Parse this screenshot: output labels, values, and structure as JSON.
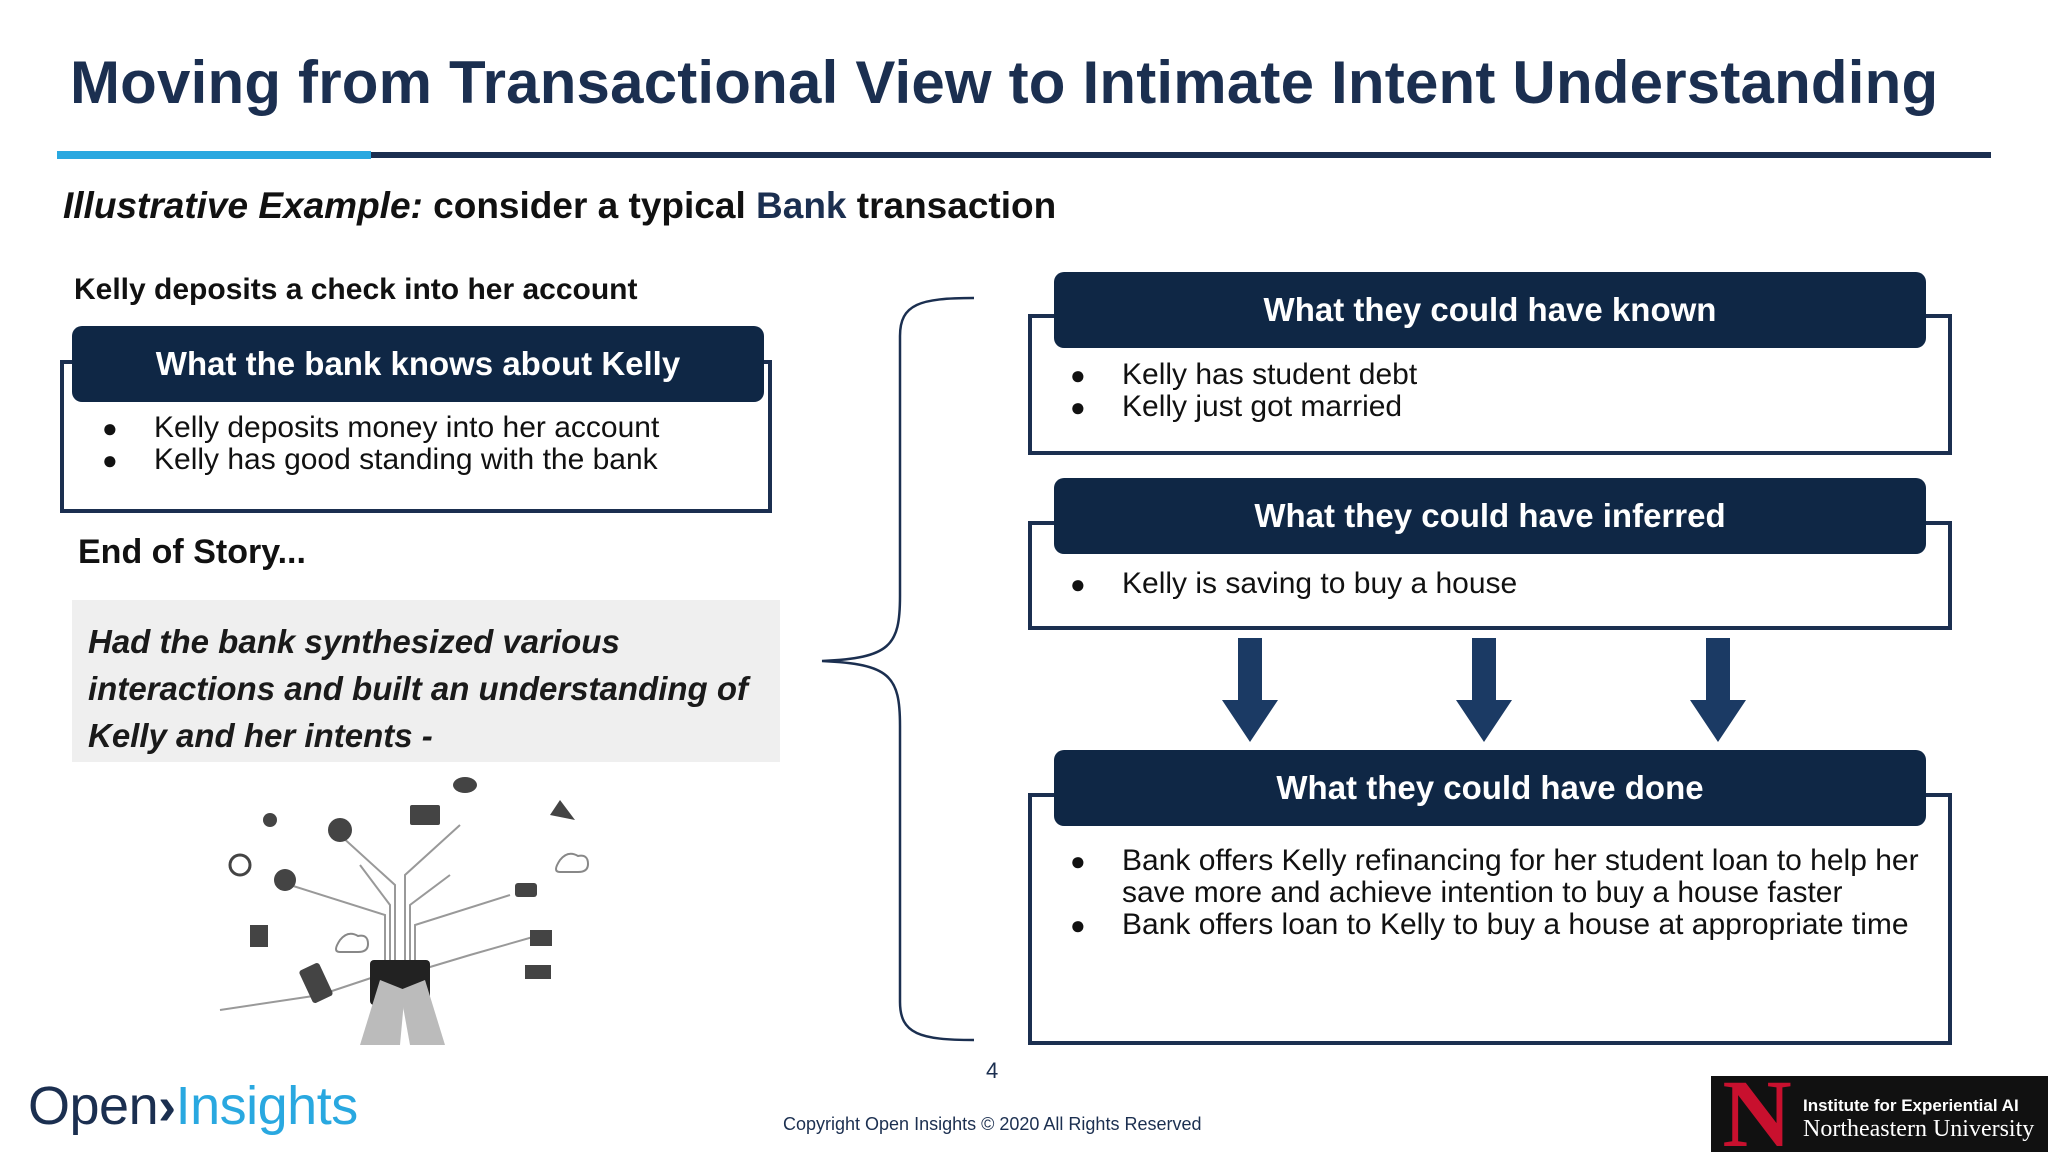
{
  "title": "Moving from Transactional View to Intimate Intent Understanding",
  "subtitle": {
    "italic": "Illustrative Example:",
    "pre": " consider a typical ",
    "highlight": "Bank",
    "post": " transaction"
  },
  "left": {
    "heading": "Kelly deposits a check into her account",
    "box_title": "What the bank knows about Kelly",
    "items": [
      "Kelly deposits money into her account",
      "Kelly has good standing with the bank"
    ],
    "end_of_story": "End of Story...",
    "quote": "Had the bank synthesized various interactions and built an understanding of Kelly and her intents -"
  },
  "right": {
    "known": {
      "title": "What they could have known",
      "items": [
        "Kelly has student debt",
        "Kelly just got married"
      ]
    },
    "inferred": {
      "title": "What they could have inferred",
      "items": [
        "Kelly is saving to buy a house"
      ]
    },
    "done": {
      "title": "What they could have done",
      "items": [
        "Bank offers Kelly refinancing for her student loan to help her save more and achieve intention to buy a house faster",
        "Bank offers loan to Kelly to buy a house at appropriate time"
      ]
    }
  },
  "bullet": "●",
  "page_number": "4",
  "copyright": "Copyright Open Insights © 2020 All Rights Reserved",
  "logo": {
    "open": "Open",
    "arrow": "›",
    "insights": "Insights"
  },
  "neu_logo": {
    "letter": "N",
    "line1": "Institute for Experiential AI",
    "line2": "Northeastern University"
  },
  "colors": {
    "navy": "#1b2f50",
    "header_fill": "#0f2745",
    "accent_blue": "#29a8e0",
    "neu_red": "#c8102e"
  }
}
